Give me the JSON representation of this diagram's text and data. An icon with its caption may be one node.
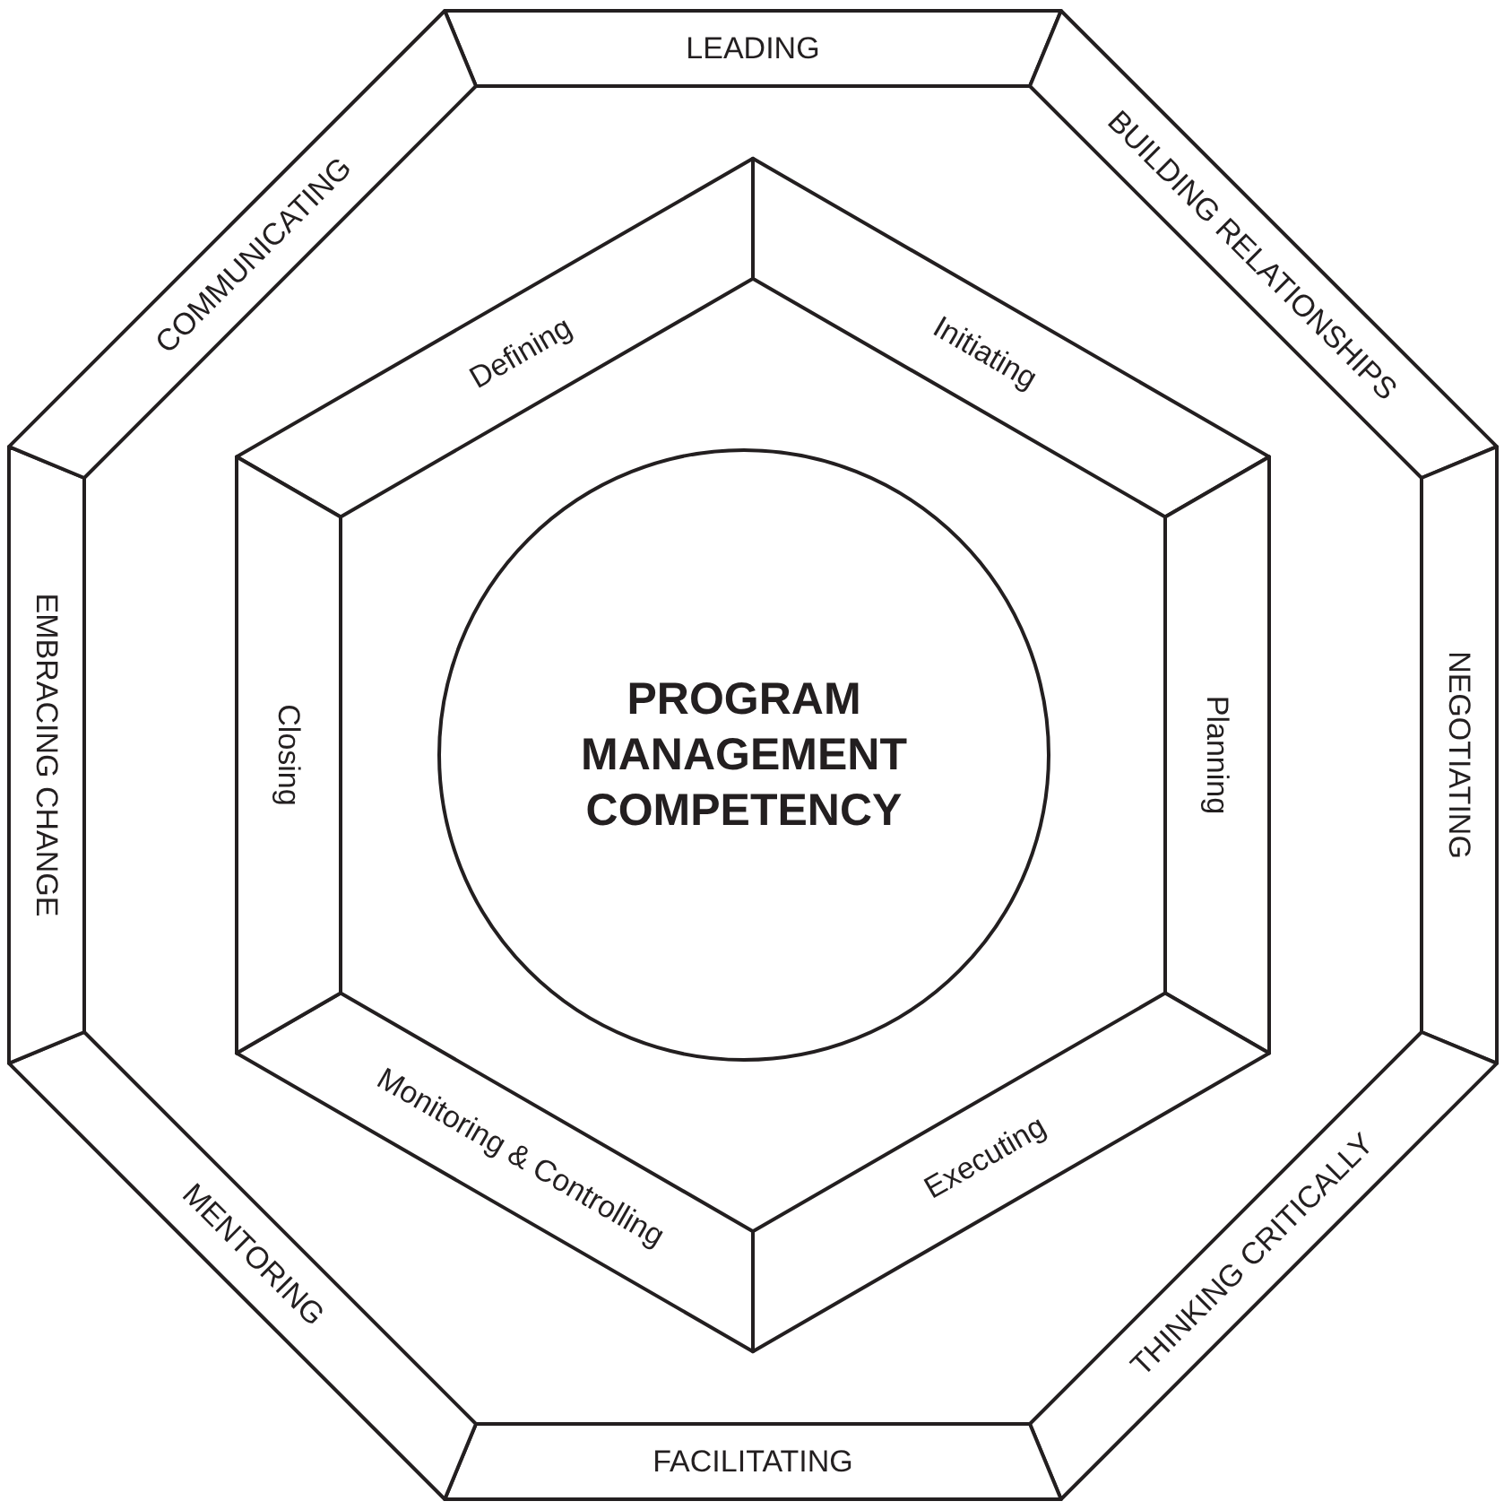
{
  "diagram": {
    "nodes": [
      {
        "text": [
          "LEADING"
        ]
      },
      {
        "text": [
          "BUILDING RELATIONSHIPS"
        ]
      },
      {
        "text": [
          "NEGOTIATING"
        ]
      },
      {
        "text": [
          "THINKING CRITICALLY"
        ]
      },
      {
        "text": [
          "FACILITATING"
        ]
      },
      {
        "text": [
          "MENTORING"
        ]
      },
      {
        "text": [
          "EMBRACING CHANGE"
        ]
      },
      {
        "text": [
          "COMMUNICATING"
        ]
      },
      {
        "text": [
          "Defining"
        ]
      },
      {
        "text": [
          "Initiating"
        ]
      },
      {
        "text": [
          "Planning"
        ]
      },
      {
        "text": [
          "Executing"
        ]
      },
      {
        "text": [
          "Monitoring & Controlling"
        ]
      },
      {
        "text": [
          "Closing"
        ]
      },
      {
        "text": [
          "PROGRAM MANAGEMENT COMPETENCY"
        ]
      }
    ]
  }
}
